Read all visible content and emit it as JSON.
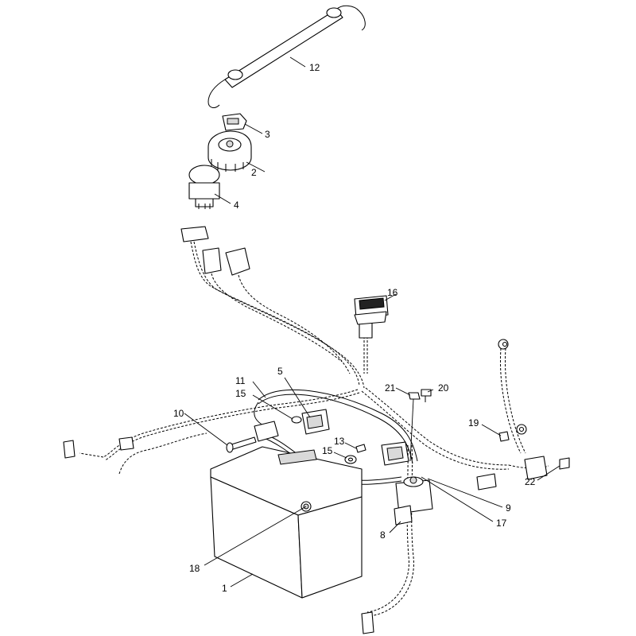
{
  "callouts": {
    "c1": "1",
    "c2": "2",
    "c3": "3",
    "c4": "4",
    "c5": "5",
    "c8": "8",
    "c9": "9",
    "c10": "10",
    "c11": "11",
    "c12": "12",
    "c13": "13",
    "c15a": "15",
    "c15b": "15",
    "c16": "16",
    "c17": "17",
    "c18": "18",
    "c19": "19",
    "c20": "20",
    "c21": "21",
    "c22": "22"
  }
}
